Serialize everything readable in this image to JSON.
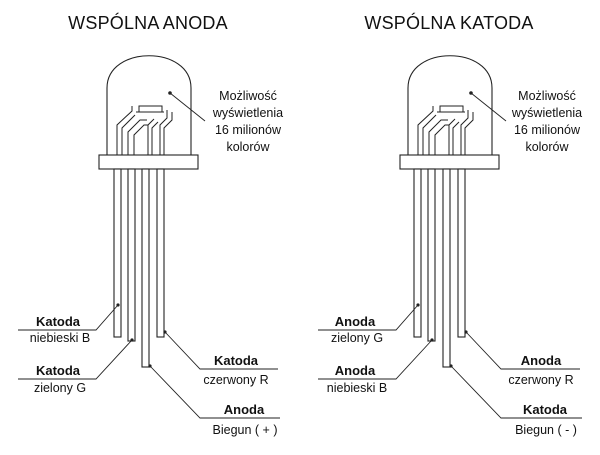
{
  "diagrams": [
    {
      "title": "WSPÓLNA ANODA",
      "note": [
        "Możliwość",
        "wyświetlenia",
        "16 milionów",
        "kolorów"
      ],
      "pins": [
        {
          "role": "Katoda",
          "desc": "niebieski B"
        },
        {
          "role": "Katoda",
          "desc": "zielony G"
        },
        {
          "role": "Katoda",
          "desc": "czerwony R"
        },
        {
          "role": "Anoda",
          "desc": "Biegun ( + )"
        }
      ]
    },
    {
      "title": "WSPÓLNA KATODA",
      "note": [
        "Możliwość",
        "wyświetlenia",
        "16 milionów",
        "kolorów"
      ],
      "pins": [
        {
          "role": "Anoda",
          "desc": "zielony G"
        },
        {
          "role": "Anoda",
          "desc": "niebieski B"
        },
        {
          "role": "Anoda",
          "desc": "czerwony R"
        },
        {
          "role": "Katoda",
          "desc": "Biegun ( - )"
        }
      ]
    }
  ]
}
